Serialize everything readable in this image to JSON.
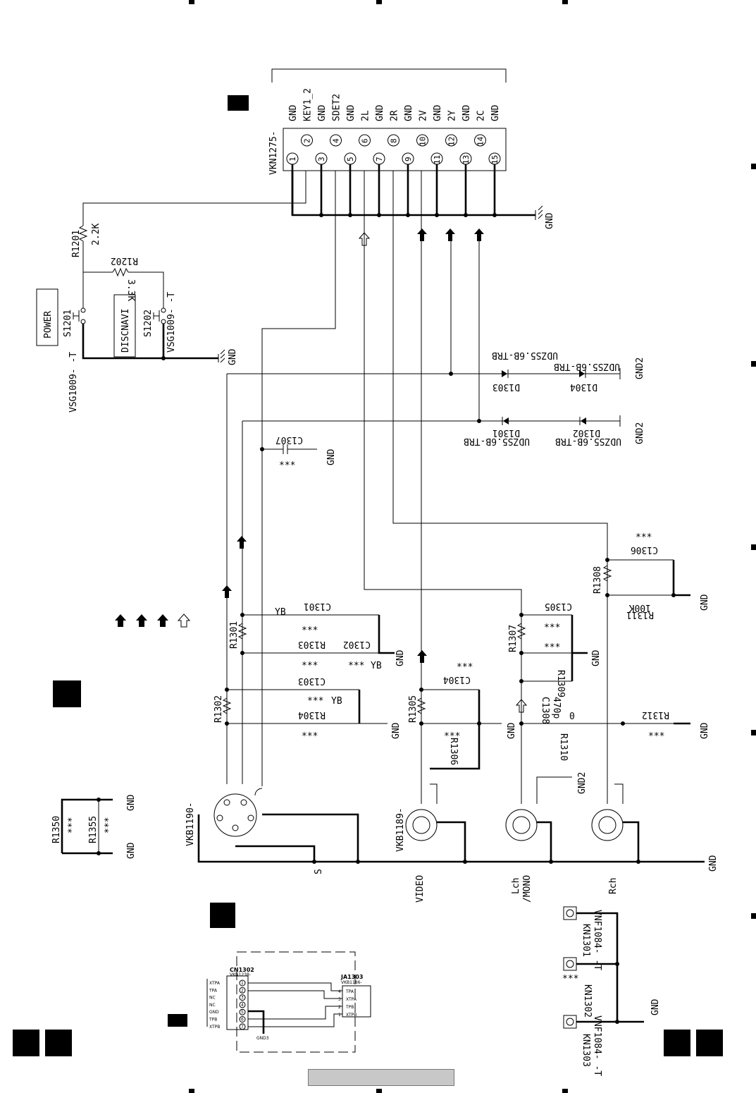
{
  "connector_main": {
    "ref": "VKN1275-",
    "signals": [
      "GND",
      "KEY1_2",
      "GND",
      "SDET2",
      "GND",
      "2L",
      "GND",
      "2R",
      "GND",
      "2V",
      "GND",
      "2Y",
      "GND",
      "2C",
      "GND"
    ],
    "pins": [
      "1",
      "2",
      "3",
      "4",
      "5",
      "6",
      "7",
      "8",
      "9",
      "10",
      "11",
      "12",
      "13",
      "14",
      "15"
    ]
  },
  "switches": {
    "power_label": "POWER",
    "disc_label": "DISCNAVI",
    "s1201": "S1201",
    "s1202": "S1202",
    "part_left": "VSG1009- -T",
    "part_right": "VSG1009- -T"
  },
  "resistors": {
    "r1201": "R1201",
    "r1201_val": "2.2K",
    "r1202": "R1202",
    "r1202_val": "3.3K",
    "r1301": "R1301",
    "r1302": "R1302",
    "r1303": "R1303",
    "r1304": "R1304",
    "r1305": "R1305",
    "r1306": "R1306",
    "r1307": "R1307",
    "r1308": "R1308",
    "r1309": "R1309",
    "r1310": "R1310",
    "r1311": "R1311",
    "r1311_val": "100K",
    "r1312": "R1312",
    "r1350": "R1350",
    "r1355": "R1355",
    "zero": "0"
  },
  "capacitors": {
    "c1301": "C1301",
    "c1302": "C1302",
    "c1303": "C1303",
    "c1304": "C1304",
    "c1305": "C1305",
    "c1306": "C1306",
    "c1307": "C1307",
    "c1308": "C1308",
    "c1308_val": "470p",
    "yb": "YB"
  },
  "diodes": {
    "d1301": "D1301",
    "d1302": "D1302",
    "d1303": "D1303",
    "d1304": "D1304",
    "part": "UDZS5.6B-TRB"
  },
  "ground": {
    "gnd": "GND",
    "gnd2": "GND2",
    "gnd3": "GND3"
  },
  "unmounted": "***",
  "jacks": {
    "s_jack": "VKB1190-",
    "rca_jack": "VKB1189-",
    "s_label": "S",
    "video_label": "VIDEO",
    "lch_label": "Lch",
    "mono_label": "/MONO",
    "rch_label": "Rch"
  },
  "terminals": {
    "kn1301": "KN1301",
    "kn1302": "KN1302",
    "kn1303": "KN1303",
    "part": "VNF1084- -T"
  },
  "ieee": {
    "cn_ref": "CN1302",
    "cn_part": "VKN1238-",
    "ja_ref": "JA1303",
    "ja_part": "VKB1186-",
    "cn_pins": [
      "XTPA",
      "TPA",
      "NC",
      "NC",
      "GND",
      "TPB",
      "XTPB"
    ],
    "ja_pins": [
      "TPA",
      "XTPA",
      "TPB",
      "XTPB"
    ],
    "ja_nums": [
      "4",
      "3",
      "2",
      "1"
    ]
  }
}
